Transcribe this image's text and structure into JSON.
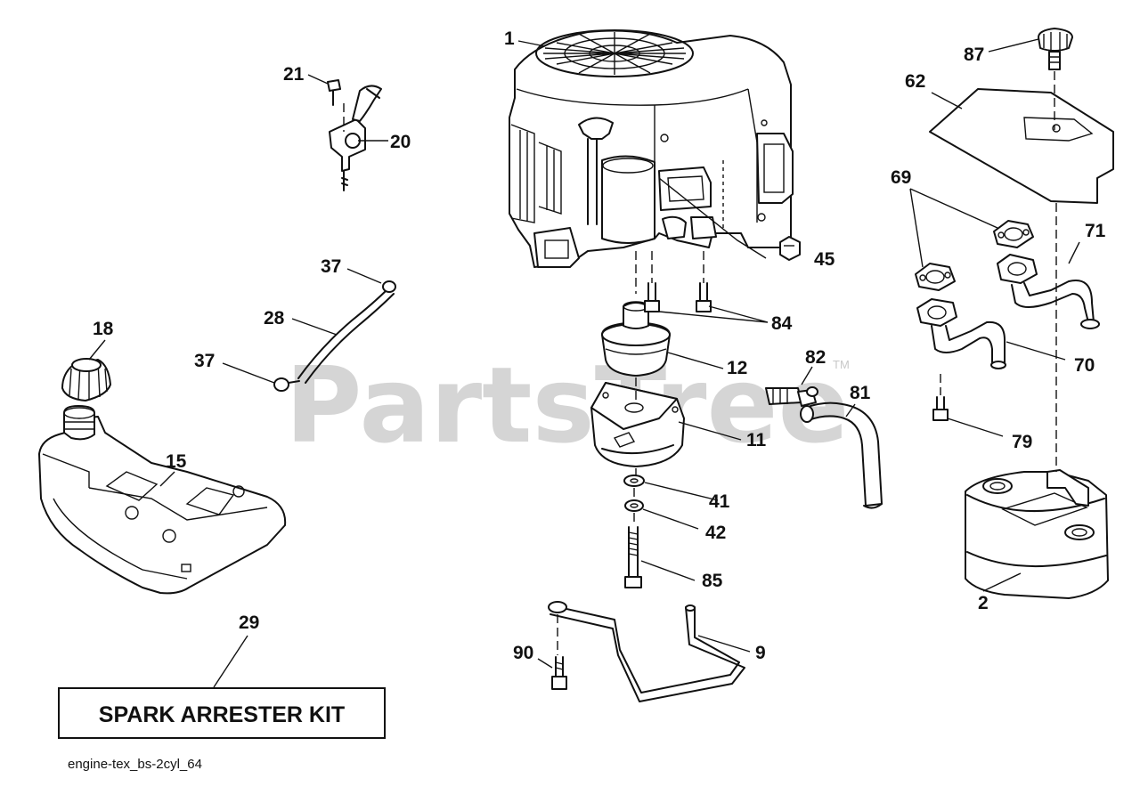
{
  "watermark": {
    "text": "PartsTree",
    "trademark": "TM"
  },
  "kit_box": {
    "label": "SPARK ARRESTER KIT"
  },
  "footer": {
    "diagram_code": "engine-tex_bs-2cyl_64"
  },
  "callouts": {
    "c1": "1",
    "c2": "2",
    "c9": "9",
    "c11": "11",
    "c12": "12",
    "c15": "15",
    "c18": "18",
    "c20": "20",
    "c21": "21",
    "c28": "28",
    "c29": "29",
    "c37a": "37",
    "c37b": "37",
    "c41": "41",
    "c42": "42",
    "c45": "45",
    "c62": "62",
    "c69": "69",
    "c70": "70",
    "c71": "71",
    "c79": "79",
    "c81": "81",
    "c82": "82",
    "c84": "84",
    "c85": "85",
    "c87": "87",
    "c90": "90"
  }
}
